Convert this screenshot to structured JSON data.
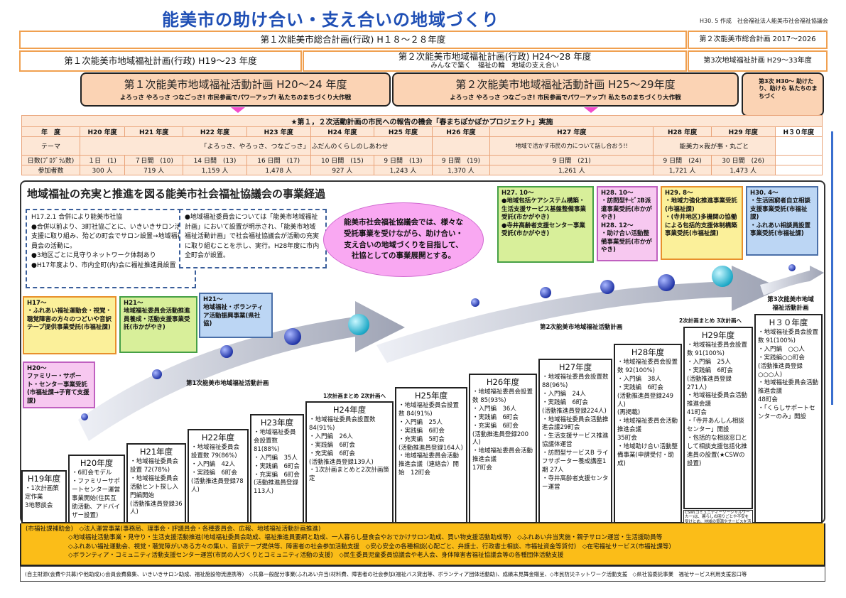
{
  "header": {
    "title": "能美市の助け合い・支え合いの地域づくり",
    "created": "H30. 5 作成",
    "org": "社会福祉法人能美市社会福祉協議会"
  },
  "plans": {
    "sogo1": "第１次能美市総合計画(行政) H１８～２８年度",
    "sogo2": "第２次能美市総合計画 2017～2026",
    "fukushi1": "第１次能美市地域福祉計画(行政) H19～23 年度",
    "fukushi2": "第２次能美市地域福祉計画(行政) H24～28 年度",
    "fukushi2_sub": "みんなで築く　福祉の輪　地域の支え合い",
    "fukushi3": "第3次地域福祉計画 H29～33年度",
    "katsudo1": "第１次能美市地域福祉活動計画 H20～24 年度",
    "katsudo1_sub": "よろっさ やろっさ つなごっさ! 市民参画でパワーアップ! 私たちのまちづくり大作戦",
    "katsudo2": "第２次能美市地域福祉活動計画 H25～29年度",
    "katsudo2_sub": "よろっさ やろっさ つなごっさ! 市民参画でパワーアップ! 私たちのまちづくり大作戦",
    "katsudo3": "第3次 H30～ 助けたり、助けら 私たちのまちづく"
  },
  "events": {
    "banner": "★第１，２次活動計画の市民への報告の機会「春まちぽかぽかプロジェクト」実施",
    "row_labels": [
      "年　度",
      "テーマ",
      "日数(ﾌﾟﾛｸﾞﾗﾑ数)",
      "参加者数"
    ],
    "years": [
      "H20 年度",
      "H21 年度",
      "H22 年度",
      "H23 年度",
      "H24 年度",
      "H25 年度",
      "H26 年度",
      "H27 年度",
      "H28 年度",
      "H29 年度",
      "H３０年度"
    ],
    "theme1": "「よろっさ、やろっさ、つなごっさ」",
    "theme2": "ふだんのくらしのしあわせ",
    "theme3": "地域で活かす市民の力について話し合おう!!",
    "theme4": "能美力×我が事・丸ごと",
    "days": [
      "１日　(1)",
      "７日間　(10)",
      "14 日間　(13)",
      "16 日間　(17)",
      "10 日間　(15)",
      "9 日間　(13)",
      "9 日間　(19)",
      "9 日間　(21)",
      "9 日間　(24)",
      "30 日間　(26)",
      ""
    ],
    "participants": [
      "300 人",
      "719 人",
      "1,159 人",
      "1,478 人",
      "927 人",
      "1,243 人",
      "1,370 人",
      "1,261 人",
      "1,721 人",
      "1,473 人",
      ""
    ]
  },
  "main": {
    "title": "地域福祉の充実と推進を図る能美市社会福祉協議会の事業経過",
    "box1": "H17.2.1 合併により能美市社協\n●合併以前より、3町社協ごとに、いきいきサロン活動支援に取り組み、殆どの町会でサロン設置→地域福祉委員会の活動に。\n●3地区ごとに見守りネットワーク体制あり\n●H17年度より、市内全町(内)会に福祉推進員設置",
    "box2": "●地域福祉委員会については「能美市地域福祉計画」において設置が明示され、「能美市地域福祉活動計画」で社会福祉協議会が活動の充実に取り組むことを示し、実行。H28年度に市内全町会が設置。",
    "bubble": "能美市社会福祉協議会では、様々な受託事業を受けながら、助け合い・支え合いの地域づくりを目指して、社協としての事業展開とする。",
    "h17": "H17～\n・ふれあい福祉運動会・視覚・聴覚障害の方々のつどいや音訳テープ提供事業受託(市福祉課)",
    "h20": "H20～\nファミリー・サポート・センター事業受託(市福祉課→子育て支援課)",
    "h21a": "H21～\n地域福祉委員会活動推進員養成・活動支援事業受託(市かがやき)",
    "h21b": "H21～\n地域福祉・ボランティア活動振興事業(県社協)",
    "h27": "H27. 10～\n●地域包括ケアシステム構築・生活支援サービス基盤整備事業受託(市かがやき)\n●寺井高齢者支援センター事業受託(市かがやき)",
    "h28": "H28. 10～\n・訪問型ｻｰﾋﾞｽB派遣事業受託(市かがやき)\nH28. 12～\n・助け合い活動整備事業受託(市かがやき)",
    "h29": "H29. 8～\n・地域力強化推進事業受託(市福祉課)\n・(寺井地区)多機関の協働による包括的支援体制構築事業受託(市福祉課)",
    "h30": "H30. 4～\n・生活困窮者自立相談支援事業受託(市福祉課)\n・ふれあい相談員設置事業受託(市福祉課)",
    "arrow_label1": "第1次能美市地域福祉活動計画",
    "arrow_label2": "第2次能美市地域福祉活動計画",
    "arrow_label3": "第3次能美市地域福祉活動計画",
    "matome1": "1次計画まとめ 2次計画へ",
    "matome2": "2次計画まとめ 3次計画へ"
  },
  "stairs": [
    {
      "year": "H19年度",
      "body": "・1次計画策定作業\n3地懇談会"
    },
    {
      "year": "H20年度",
      "body": "・6町会モデル\n・ファミリーサポートセンター運営事業開始(住民互助活動、アドバイザー設置)"
    },
    {
      "year": "H21年度",
      "body": "・地域福祉委員会設置 72(78%)\n・地域福祉委員会活動ヒント探し入門編開始\n(活動推進員登録36人)"
    },
    {
      "year": "H22年度",
      "body": "・地域福祉委員会設置数 79(86%)\n・入門編　42人\n・実践編　6町会\n(活動推進員登録78人)"
    },
    {
      "year": "H23年度",
      "body": "・地域福祉委員会設置数 81(88%)\n・入門編　35人\n・実践編　6町会\n・充実編　6町会\n(活動推進員登録113人)"
    },
    {
      "year": "H24年度",
      "body": "・地域福祉委員会設置数 84(91%)\n・入門編　26人\n・実践編　6町会\n・充実編　6町会\n(活動推進員登録139人)\n・1次計画まとめと2次計画策定"
    },
    {
      "year": "H25年度",
      "body": "・地域福祉委員会設置数 84(91%)\n・入門編　25人\n・実践編　6町会\n・充実編　5町会\n(活動推進員登録164人)\n・地域福祉委員会活動推進会議（連絡会）開始　12町会"
    },
    {
      "year": "H26年度",
      "body": "・地域福祉委員会設置数 85(93%)\n・入門編　36人\n・実践編　6町会\n・充実編　6町会\n(活動推進員登録200人)\n・地域福祉委員会活動推進会議\n17町会"
    },
    {
      "year": "H27年度",
      "body": "・地域福祉委員会設置数 88(96%)\n・入門編　24人\n・実践編　6町会\n(活動推進員登録224人)\n・地域福祉委員会活動推進会議29町会\n・生活支援サービス推進協議体運営\n・訪問型サービスB ライフサポーター養成講座1期 27人\n・寺井高齢者支援センター運営"
    },
    {
      "year": "H28年度",
      "body": "・地域福祉委員会設置数 92(100%)\n・入門編　38人\n・実践編　6町会\n(活動推進員登録249人)\n(再掲載)\n・地域福祉委員会活動推進会議\n35町会\n・地域助け合い活動整備事業(申請受付・助成)"
    },
    {
      "year": "H29年度",
      "body": "・地域福祉委員会設置数 91(100%)\n・入門編　25人\n・実践編　6町会\n(活動推進員登録\n271人)\n・地域福祉委員会活動推進会議\n41町会\n・「寺井あんしん相談センター」開設\n・包括的な相談窓口として相談支援包括化推進員の設置(★CSWの設置)"
    },
    {
      "year": "H３０年度",
      "body": "・地域福祉委員会設置数 91(100%)\n・入門編　○○人\n・実践編○○町会\n(活動推進員登録\n○○○人)\n・地域福祉委員会活動推進会議\n48町会\n・「くらしサポートセンターのみ」開設"
    }
  ],
  "csw_note": "CSW(コミュニティーソーシャルワーカー)は、暮らしの困りごとや不安を受けとめ、地域の資源やサービスを活用しながら適切な支援につなげる役割を担う専門職",
  "bottom": {
    "line1": "(市福祉課補助金)　◇法人運営事業(事務局、理事会・評議員会・各種委員会、広報、地域福祉活動計画推進)",
    "line2": "◇地域福祉活動事業・見守り・生活支援活動推進(地域福祉委員会助成、福祉推進員要綱と助成、一人暮らし昼食会やおでかけサロン助成、買い物支援活動助成等)　◇ふれあい弁当実施・親子サロン運営・生活援助員等",
    "line3": "◇ふれあい福祉運動会、視覚・聴覚障がいある方々の集い、音訳テープ提供等、障害者の社会参加活動支援　◇安心安全の各種相談(心配ごと、弁護士、行政書士相談、市福祉資金等貸付)　◇在宅福祉サービス(市福祉課等)",
    "line4": "◇ボランティア・コミュニティ活動支援センター運営(市民の人づくりとコミュニティ活動の支援)　◇民生委員児童委員協議会や老人会、身体障害者福祉協議会等の各種団体活動支援"
  },
  "footer": "(自主財源(会費や共募)や他助成)◇会員会費募集、いきいきサロン助成、福祉施設物流連携等)　◇共募一般配分事業(ふれあい弁当(材料費、障害者の社会参加(福祉バス貸出等、ボランティア団体活動助)、成績末見舞金贈呈、◇市民防災ネットワーク活動支援　◇県社協委託事業　福祉サービス利用支援窓口等",
  "colors": {
    "title": "#1f4fb5",
    "orange_border": "#f0a050",
    "peach": "#fbd3b4",
    "bottom": "#fbbd18",
    "arrow": "#b9bcc7",
    "bubble": "#f9a8f2"
  }
}
